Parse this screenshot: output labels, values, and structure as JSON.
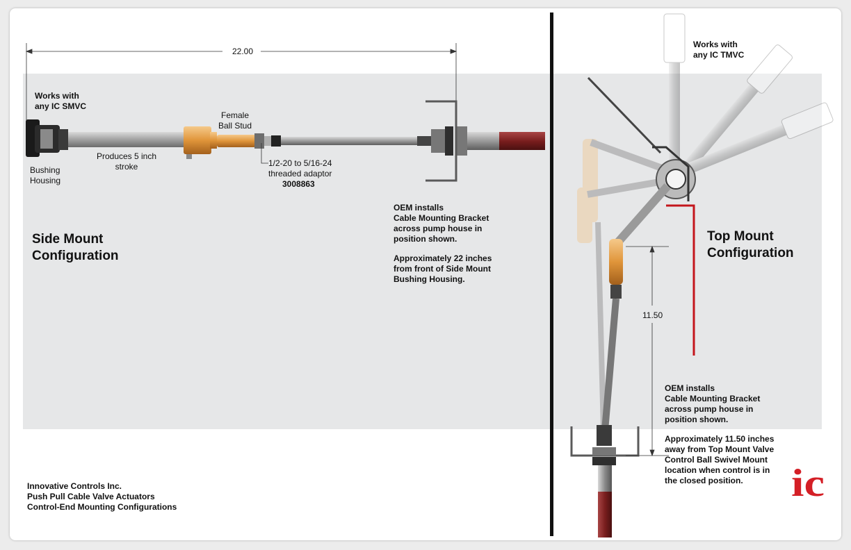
{
  "side": {
    "dimension": "22.00",
    "works_with_1": "Works with",
    "works_with_2": "any IC SMVC",
    "female_1": "Female",
    "female_2": "Ball Stud",
    "stroke_1": "Produces 5 inch",
    "stroke_2": "stroke",
    "bushing_1": "Bushing",
    "bushing_2": "Housing",
    "adaptor_1": "1/2-20 to 5/16-24",
    "adaptor_2": "threaded adaptor",
    "part_number": "3008863",
    "oem_1": "OEM installs",
    "oem_2": "Cable Mounting Bracket",
    "oem_3": "across pump house in",
    "oem_4": "position shown.",
    "approx_1": "Approximately 22 inches",
    "approx_2": "from front of Side Mount",
    "approx_3": "Bushing Housing.",
    "title_1": "Side Mount",
    "title_2": "Configuration"
  },
  "top": {
    "works_with_1": "Works with",
    "works_with_2": "any IC TMVC",
    "title_1": "Top Mount",
    "title_2": "Configuration",
    "dimension": "11.50",
    "oem_1": "OEM installs",
    "oem_2": "Cable Mounting Bracket",
    "oem_3": "across pump house in",
    "oem_4": "position shown.",
    "approx_1": "Approximately 11.50 inches",
    "approx_2": "away from Top Mount Valve",
    "approx_3": "Control Ball Swivel Mount",
    "approx_4": "location when control is in",
    "approx_5": "the closed position."
  },
  "footer": {
    "line_1": "Innovative Controls Inc.",
    "line_2": "Push Pull Cable Valve Actuators",
    "line_3": "Control-End Mounting Configurations"
  },
  "logo": {
    "text": "ic",
    "color": "#d41f26"
  },
  "colors": {
    "cable": "#7a1e1e",
    "bracket": "#c4161c",
    "brass": "#e0953a",
    "band": "#e6e7e8"
  }
}
